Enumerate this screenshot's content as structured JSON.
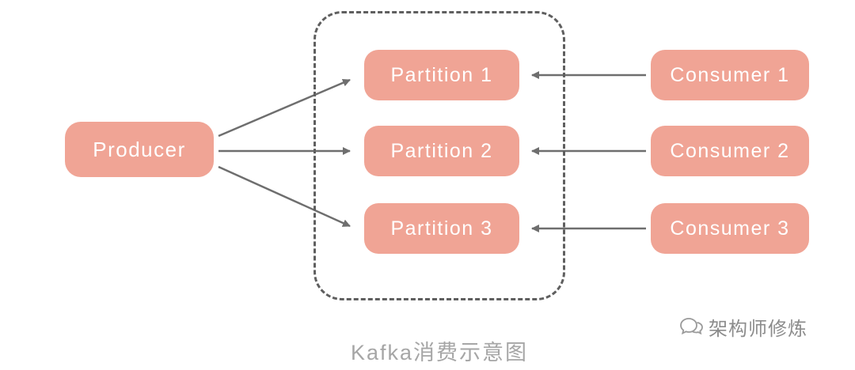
{
  "diagram": {
    "title": "Kafka消费示意图",
    "producer": {
      "label": "Producer"
    },
    "partitions": [
      {
        "label": "Partition 1"
      },
      {
        "label": "Partition 2"
      },
      {
        "label": "Partition 3"
      }
    ],
    "consumers": [
      {
        "label": "Consumer 1"
      },
      {
        "label": "Consumer 2"
      },
      {
        "label": "Consumer 3"
      }
    ],
    "watermark": "架构师修炼",
    "colors": {
      "box_fill": "#f0a495",
      "box_text": "#ffffff",
      "arrow": "#6e6e6e",
      "dashed": "#5f5f5f",
      "caption": "#a6a6a6",
      "watermark": "#8c8c8c"
    }
  }
}
